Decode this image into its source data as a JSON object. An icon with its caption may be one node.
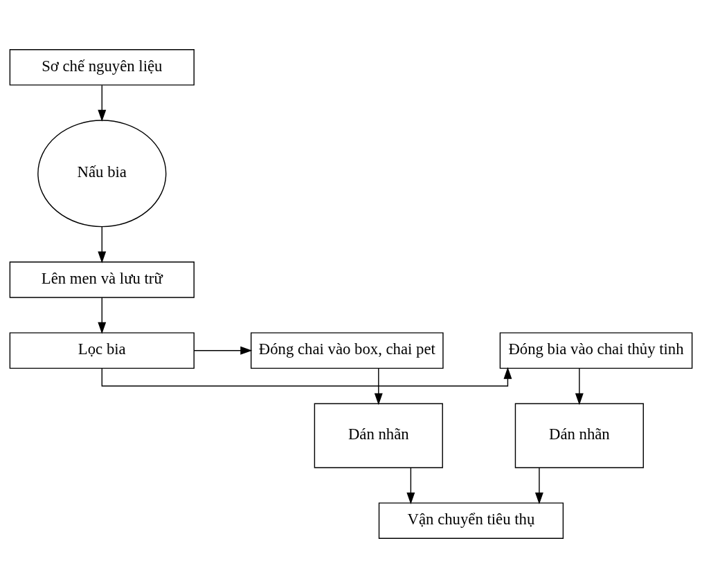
{
  "diagram": {
    "nodes": [
      {
        "text": [
          "Sơ chế nguyên liệu"
        ]
      },
      {
        "text": [
          "Nấu bia"
        ]
      },
      {
        "text": [
          "Lên men và lưu trữ"
        ]
      },
      {
        "text": [
          "Lọc bia"
        ]
      },
      {
        "text": [
          "Đóng bia vào chai thủy tinh"
        ]
      },
      {
        "text": [
          "Đóng chai vào box, chai pet"
        ]
      },
      {
        "text": [
          "Dán nhãn"
        ]
      },
      {
        "text": [
          "Dán nhãn"
        ]
      },
      {
        "text": [
          "Vận chuyển tiêu thụ"
        ]
      }
    ],
    "edges": [
      {
        "from": 0,
        "to": 1,
        "arrow": "to"
      },
      {
        "from": 1,
        "to": 2,
        "arrow": "to"
      },
      {
        "from": 2,
        "to": 3,
        "arrow": "to"
      },
      {
        "from": 3,
        "to": 4,
        "arrow": "to"
      },
      {
        "from": 3,
        "to": 5,
        "arrow": "to"
      },
      {
        "from": 4,
        "to": 6,
        "arrow": "to"
      },
      {
        "from": 5,
        "to": 7,
        "arrow": "to"
      },
      {
        "from": 6,
        "to": 8,
        "arrow": "to"
      },
      {
        "from": 7,
        "to": 8,
        "arrow": "to"
      }
    ]
  }
}
